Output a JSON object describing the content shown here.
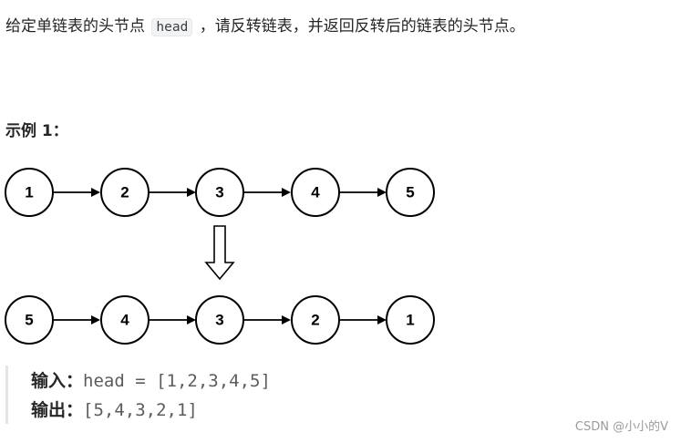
{
  "problem": {
    "prefix": "给定单链表的头节点",
    "code": "head",
    "suffix": "，请反转链表，并返回反转后的链表的头节点。"
  },
  "example": {
    "title": "示例 1：",
    "list_before": [
      "1",
      "2",
      "3",
      "4",
      "5"
    ],
    "list_after": [
      "5",
      "4",
      "3",
      "2",
      "1"
    ],
    "input_label": "输入：",
    "input_value": "head = [1,2,3,4,5]",
    "output_label": "输出：",
    "output_value": "[5,4,3,2,1]"
  },
  "watermark": "CSDN @小小的V"
}
